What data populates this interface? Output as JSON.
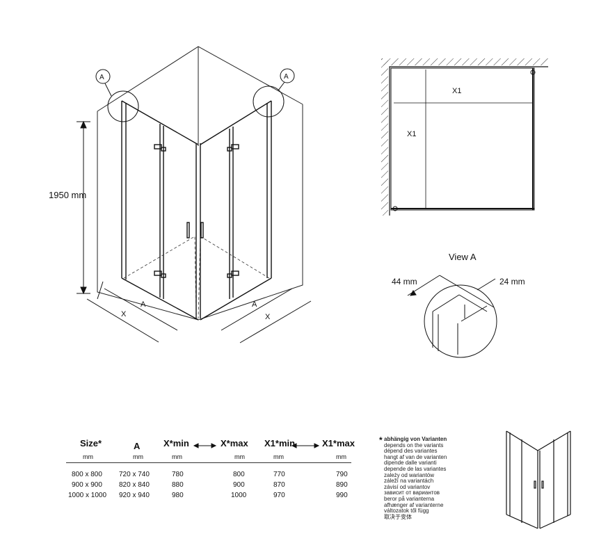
{
  "main_drawing": {
    "height_label": "1950 mm",
    "callout_left": "A",
    "callout_right": "A",
    "dim_a_left": "A",
    "dim_x_left": "X",
    "dim_a_right": "A",
    "dim_x_right": "X"
  },
  "top_view": {
    "x1_horizontal": "X1",
    "x1_vertical": "X1"
  },
  "detail_view": {
    "title": "View A",
    "dim_left": "44 mm",
    "dim_right": "24 mm"
  },
  "table": {
    "headers": [
      "Size*",
      "A",
      "X*min",
      "X*max",
      "X1*min",
      "X1*max"
    ],
    "units": [
      "mm",
      "mm",
      "mm",
      "mm",
      "mm",
      "mm"
    ],
    "rows": [
      [
        "800 x 800",
        "720 x 740",
        "780",
        "800",
        "770",
        "790"
      ],
      [
        "900 x 900",
        "820 x 840",
        "880",
        "900",
        "870",
        "890"
      ],
      [
        "1000 x 1000",
        "920 x 940",
        "980",
        "1000",
        "970",
        "990"
      ]
    ]
  },
  "notes": {
    "star": "*",
    "lines": [
      "abhängig von Varianten",
      "depends on the variants",
      "dépend des variantes",
      "hangt af van de varianten",
      "dipende dalle varianti",
      "depende de las variantes",
      "zależy od wariantów",
      "záleží na variantách",
      "závisí od variantov",
      "зависит от вариантов",
      "beror på varianterna",
      "afhænger af varianterne",
      "változatok től függ",
      "取决于变体"
    ]
  }
}
